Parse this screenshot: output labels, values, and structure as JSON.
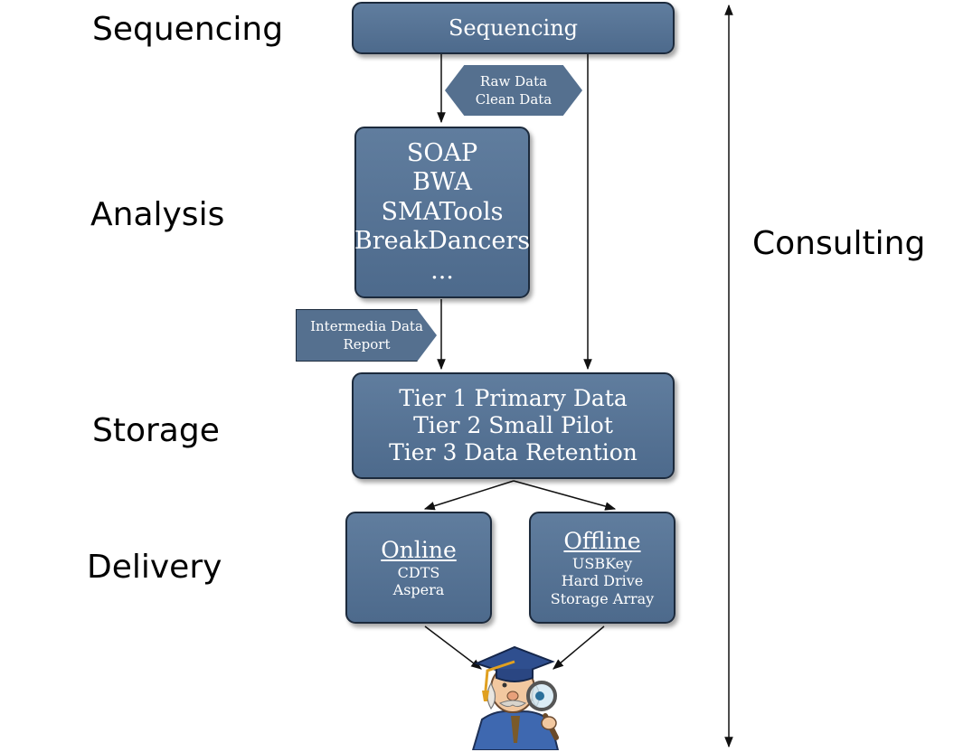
{
  "stages": {
    "sequencing": "Sequencing",
    "analysis": "Analysis",
    "storage": "Storage",
    "delivery": "Delivery",
    "consulting": "Consulting"
  },
  "boxes": {
    "sequencing": {
      "title": "Sequencing"
    },
    "analysis": {
      "lines": [
        "SOAP",
        "BWA",
        "SMATools",
        "BreakDancers",
        "..."
      ]
    },
    "storage": {
      "lines": [
        "Tier 1 Primary Data",
        "Tier 2 Small Pilot",
        "Tier 3 Data Retention"
      ]
    },
    "online": {
      "title": "Online",
      "items": [
        "CDTS",
        "Aspera"
      ]
    },
    "offline": {
      "title": "Offline",
      "items": [
        "USBKey",
        "Hard Drive",
        "Storage Array"
      ]
    }
  },
  "tags": {
    "raw_clean": [
      "Raw Data",
      "Clean Data"
    ],
    "intermedia": [
      "Intermedia Data",
      "Report"
    ]
  },
  "colors": {
    "box_fill": "#5a7696",
    "box_border": "#1c2a3c",
    "text": "#ffffff"
  },
  "illustration": "scientist-with-magnifying-glass"
}
